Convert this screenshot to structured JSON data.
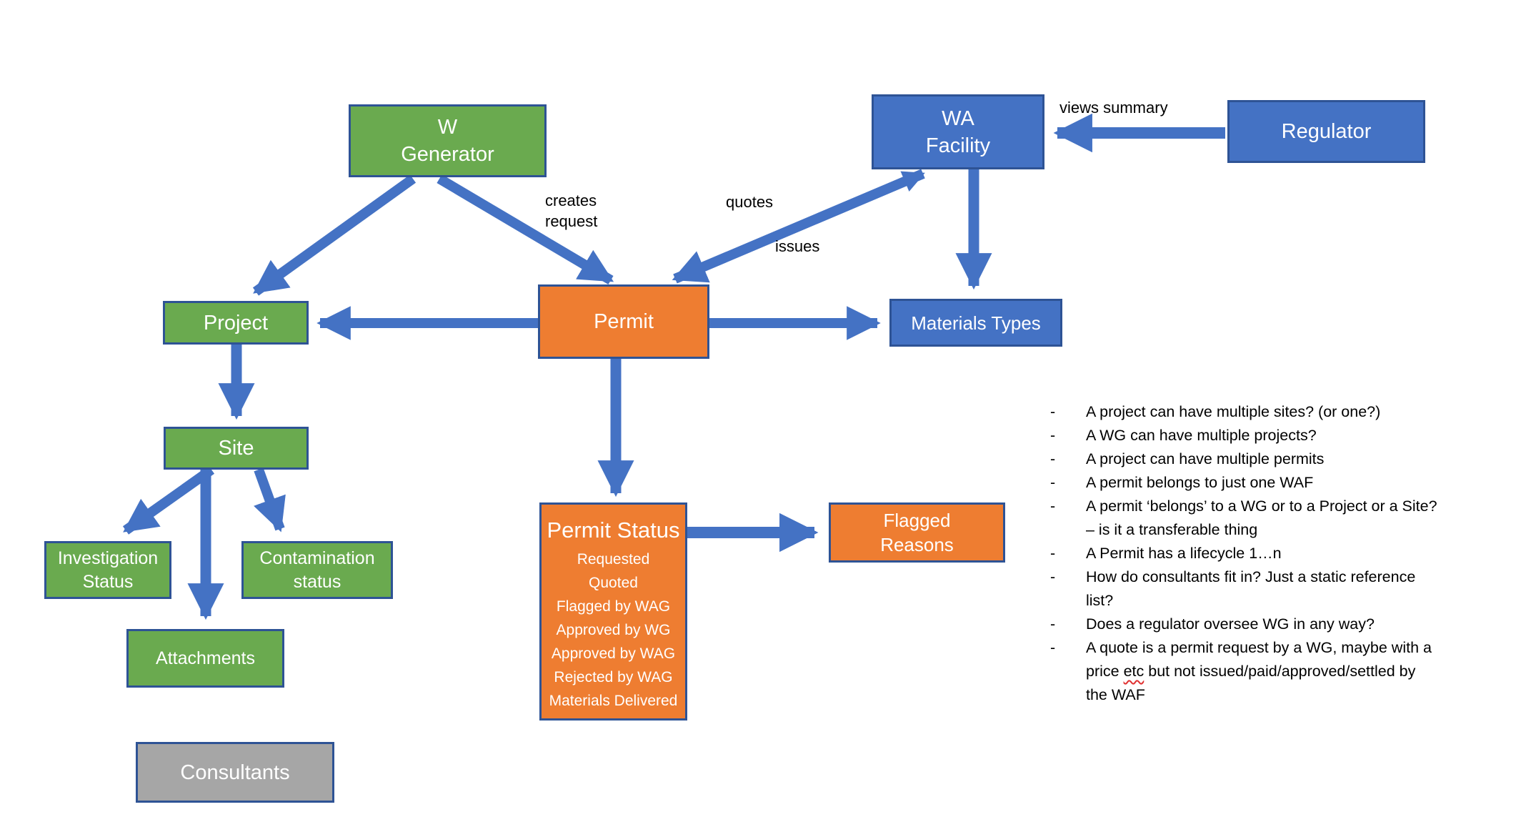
{
  "colors": {
    "node_green": "#6aaa4f",
    "node_blue": "#4472C4",
    "node_orange": "#EE7D31",
    "node_gray": "#A6A6A6",
    "border": "#2E5395",
    "arrow": "#4472C4",
    "note_text": "#000000",
    "misspell_underline": "#E03030"
  },
  "diagram": {
    "nodes": {
      "w_generator": {
        "label": "W\nGenerator"
      },
      "wa_facility": {
        "label": "WA\nFacility"
      },
      "regulator": {
        "label": "Regulator"
      },
      "permit": {
        "label": "Permit"
      },
      "project": {
        "label": "Project"
      },
      "site": {
        "label": "Site"
      },
      "investigation_status": {
        "label": "Investigation\nStatus"
      },
      "contamination_status": {
        "label": "Contamination\nstatus"
      },
      "attachments": {
        "label": "Attachments"
      },
      "consultants": {
        "label": "Consultants"
      },
      "materials_types": {
        "label": "Materials Types"
      },
      "flagged_reasons": {
        "label": "Flagged\nReasons"
      },
      "permit_status": {
        "title": "Permit Status",
        "items": [
          "Requested",
          "Quoted",
          "Flagged by WAG",
          "Approved by WG",
          "Approved by WAG",
          "Rejected by WAG",
          "Materials Delivered"
        ]
      }
    },
    "edge_labels": {
      "creates_request": "creates\nrequest",
      "quotes": "quotes",
      "issues": "issues",
      "views_summary": "views summary"
    }
  },
  "notes": [
    {
      "text": "A project can have multiple sites? (or one?)"
    },
    {
      "text": "A WG can have multiple projects?"
    },
    {
      "text": "A project can have multiple permits"
    },
    {
      "text": "A permit belongs to just one WAF"
    },
    {
      "text": "A permit ‘belongs’ to a WG or to a Project or a Site?\n– is it a transferable thing"
    },
    {
      "text": "A Permit has a lifecycle 1…n"
    },
    {
      "text": "How do consultants fit in? Just a static reference\nlist?"
    },
    {
      "text": "Does a regulator oversee WG in any way?"
    },
    {
      "text": "A quote is a permit request by a WG, maybe with a\nprice etc but not issued/paid/approved/settled by\nthe WAF",
      "misspelled": "etc"
    }
  ]
}
